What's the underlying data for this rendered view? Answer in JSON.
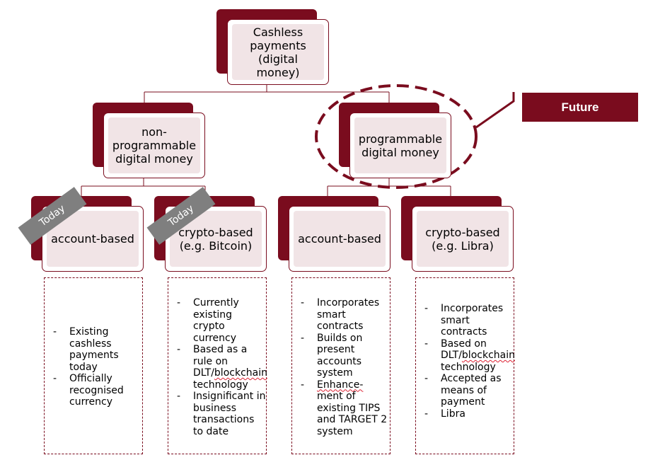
{
  "root": {
    "label": "Cashless\npayments\n(digital\nmoney)"
  },
  "branches": [
    {
      "label": "non-\nprogrammable\ndigital money"
    },
    {
      "label": "programmable\ndigital money"
    }
  ],
  "leaves": [
    {
      "label": "account-based",
      "badge": "Today",
      "details": [
        [
          "Existing cashless payments today"
        ],
        [
          "Officially recognised currency"
        ]
      ]
    },
    {
      "label": "crypto-based\n(e.g. Bitcoin)",
      "badge": "Today",
      "details": [
        [
          "Currently existing crypto currency"
        ],
        [
          "Based as a rule on DLT/",
          "blockchain",
          " technology"
        ],
        [
          "Insignificant in business transactions to date"
        ]
      ]
    },
    {
      "label": "account-based",
      "details": [
        [
          "Incorporates smart contracts"
        ],
        [
          "Builds on present accounts system"
        ],
        [
          "",
          "Enhance-",
          " ment of existing TIPS and TARGET 2 system"
        ]
      ]
    },
    {
      "label": "crypto-based\n(e.g. Libra)",
      "details": [
        [
          "Incorporates smart contracts"
        ],
        [
          "Based on DLT/",
          "blockchain",
          " technology"
        ],
        [
          "Accepted as means of payment"
        ],
        [
          "Libra"
        ]
      ]
    }
  ],
  "future_label": "Future",
  "colors": {
    "accent": "#7a0c1e",
    "face": "#f1e4e6",
    "badge": "#7f7f7f"
  }
}
